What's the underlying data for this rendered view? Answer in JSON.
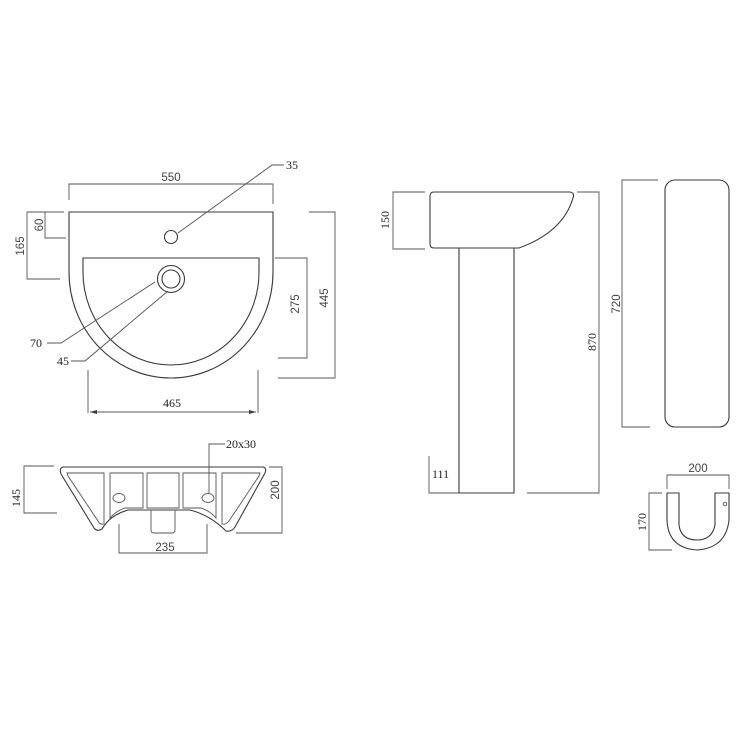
{
  "drawing": {
    "title": "Basin and pedestal technical dimension drawing",
    "units": "mm",
    "line_color": "#3a3a3a",
    "background": "#ffffff"
  },
  "top_view": {
    "overall_width": "550",
    "tap_hole_diameter": "35",
    "edge_to_tap": "60",
    "edge_to_bowl": "165",
    "bowl_depth": "275",
    "overall_depth": "445",
    "waste_outer": "70",
    "waste_inner": "45",
    "bowl_width": "465"
  },
  "front_view": {
    "overflow_hole": "20x30",
    "front_height": "145",
    "overall_height": "200",
    "pedestal_fixing_width": "235"
  },
  "side_view": {
    "basin_height": "150",
    "overall_height": "870",
    "pedestal_offset": "111"
  },
  "pedestal_view": {
    "pedestal_height": "720"
  },
  "pedestal_section": {
    "width": "200",
    "depth": "170"
  }
}
